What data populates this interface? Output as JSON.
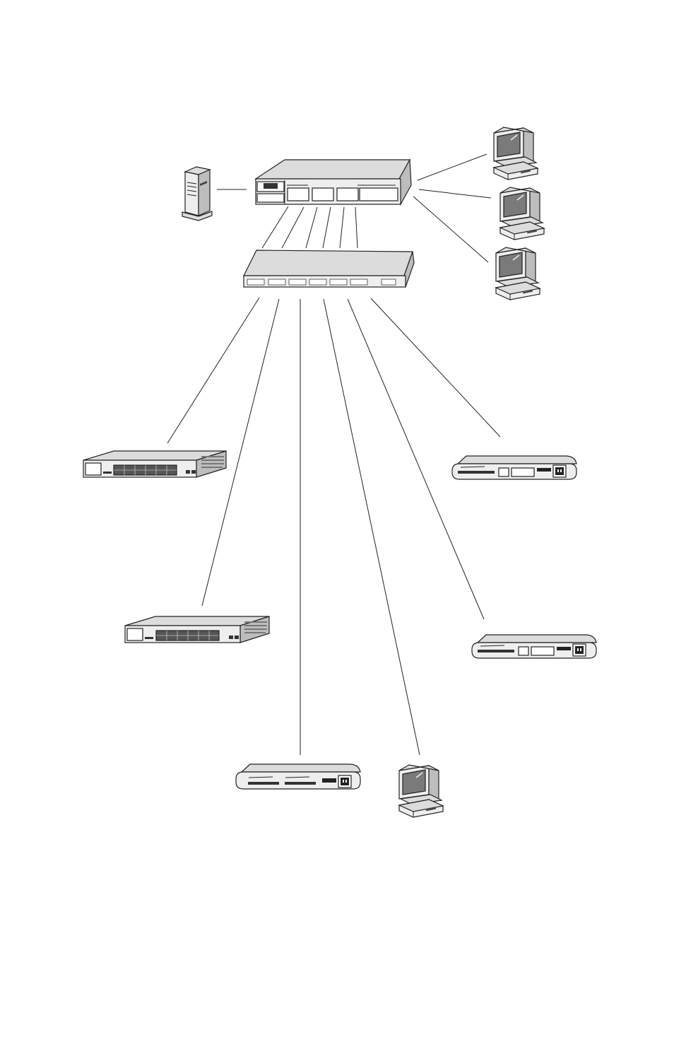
{
  "diagram": {
    "type": "network-topology",
    "nodes": [
      {
        "id": "server",
        "kind": "tower-server"
      },
      {
        "id": "core-switch",
        "kind": "chassis-switch"
      },
      {
        "id": "workstation-1",
        "kind": "workstation"
      },
      {
        "id": "workstation-2",
        "kind": "workstation"
      },
      {
        "id": "workstation-3",
        "kind": "workstation"
      },
      {
        "id": "fiber-switch",
        "kind": "fiber-switch"
      },
      {
        "id": "edge-switch-1",
        "kind": "rack-switch"
      },
      {
        "id": "edge-switch-2",
        "kind": "rack-switch"
      },
      {
        "id": "media-converter-1",
        "kind": "media-converter"
      },
      {
        "id": "media-converter-2",
        "kind": "media-converter"
      },
      {
        "id": "media-converter-3",
        "kind": "media-converter"
      },
      {
        "id": "workstation-4",
        "kind": "workstation"
      }
    ],
    "links": [
      {
        "from": "server",
        "to": "core-switch"
      },
      {
        "from": "core-switch",
        "to": "workstation-1"
      },
      {
        "from": "core-switch",
        "to": "workstation-2"
      },
      {
        "from": "core-switch",
        "to": "workstation-3"
      },
      {
        "from": "core-switch",
        "to": "fiber-switch",
        "count": 6
      },
      {
        "from": "fiber-switch",
        "to": "edge-switch-1"
      },
      {
        "from": "fiber-switch",
        "to": "edge-switch-2"
      },
      {
        "from": "fiber-switch",
        "to": "media-converter-3"
      },
      {
        "from": "fiber-switch",
        "to": "workstation-4"
      },
      {
        "from": "fiber-switch",
        "to": "media-converter-2"
      },
      {
        "from": "fiber-switch",
        "to": "media-converter-1"
      }
    ]
  },
  "colors": {
    "line": "#222222",
    "device-top": "#dcdcdc",
    "device-front": "#eeeeee",
    "device-side": "#bdbdbd",
    "screen": "#7a7a7a"
  }
}
